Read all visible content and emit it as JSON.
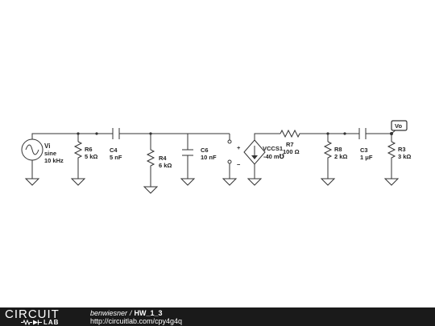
{
  "components": {
    "vi": {
      "name": "Vi",
      "type": "sine",
      "value": "10 kHz"
    },
    "r6": {
      "name": "R6",
      "value": "5 kΩ"
    },
    "c4": {
      "name": "C4",
      "value": "5 nF"
    },
    "r4": {
      "name": "R4",
      "value": "6 kΩ"
    },
    "c6": {
      "name": "C6",
      "value": "10 nF"
    },
    "vccs1": {
      "name": "VCCS1",
      "value": "-40 m℧",
      "plus": "+",
      "minus": "−"
    },
    "r7": {
      "name": "R7",
      "value": "100 Ω"
    },
    "r8": {
      "name": "R8",
      "value": "2 kΩ"
    },
    "c3": {
      "name": "C3",
      "value": "1 μF"
    },
    "r3": {
      "name": "R3",
      "value": "3 kΩ"
    },
    "vo": {
      "name": "Vo"
    }
  },
  "footer": {
    "logo_top": "CIRCUIT",
    "logo_bottom": "LAB",
    "author": "benwiesner",
    "separator": "/",
    "title": "HW_1_3",
    "url": "http://circuitlab.com/cpy4g4q"
  }
}
